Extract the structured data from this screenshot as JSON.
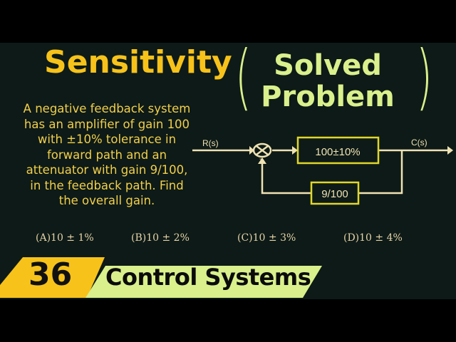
{
  "title": "Sensitivity",
  "subtitle": {
    "line1": "Solved",
    "line2": "Problem"
  },
  "problem_text": [
    "A negative feedback system",
    "has an amplifier of gain 100",
    "with ±10% tolerance in",
    "forward path and an",
    "attenuator with gain 9/100,",
    "in the feedback path. Find",
    "the overall gain."
  ],
  "diagram": {
    "input": "R(s)",
    "output": "C(s)",
    "forward_block": "100±10%",
    "feedback_block": "9/100",
    "feedback_sign": "-"
  },
  "options": [
    "(A)10 ± 1%",
    "(B)10 ± 2%",
    "(C)10 ± 3%",
    "(D)10 ± 4%"
  ],
  "episode_number": "36",
  "series": "Control Systems",
  "colors": {
    "title": "#f7c21a",
    "subtitle": "#d9f08c",
    "text": "#f2cf4a",
    "banner_number": "#f7c21a",
    "banner_series": "#d9f08c",
    "background": "#0d1a17"
  }
}
